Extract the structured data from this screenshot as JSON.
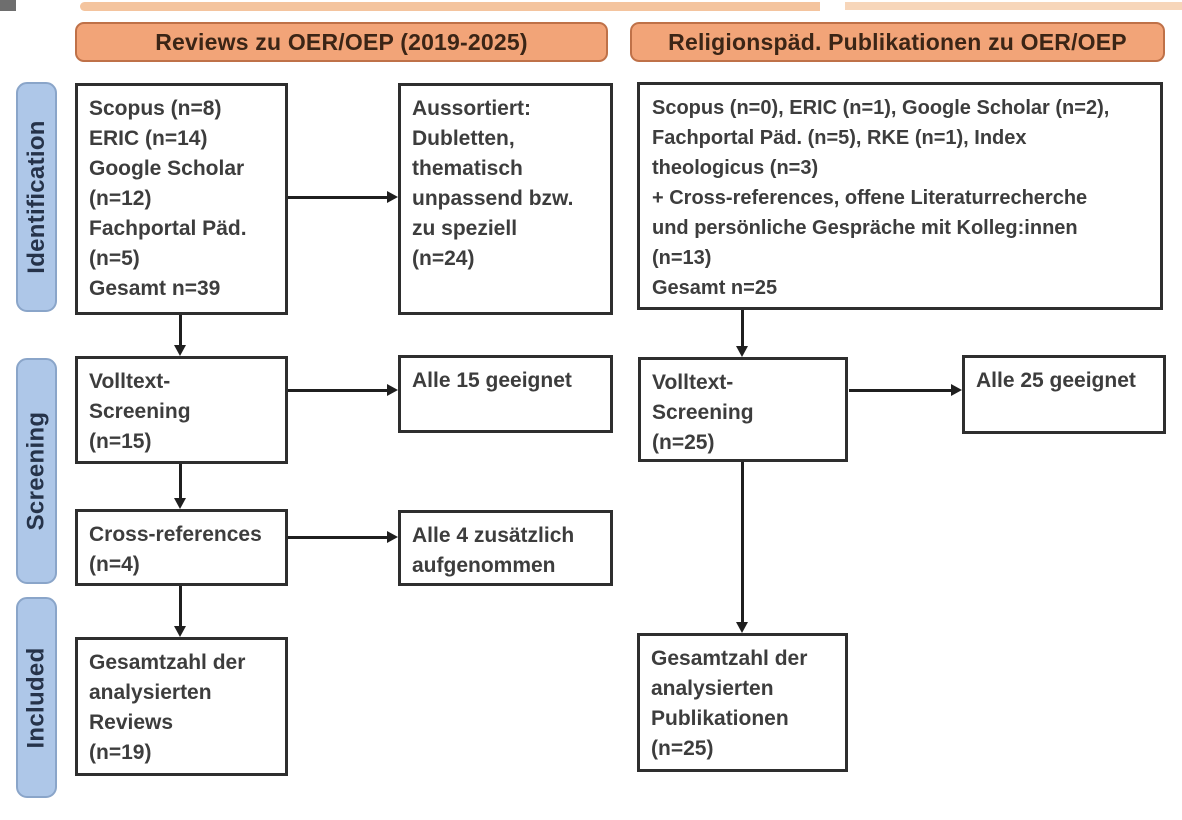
{
  "headers": {
    "left": "Reviews zu OER/OEP (2019-2025)",
    "right": "Religionspäd. Publikationen zu OER/OEP"
  },
  "stages": [
    "Identification",
    "Screening",
    "Included"
  ],
  "left_column": {
    "sources": "Scopus (n=8)\nERIC (n=14)\nGoogle Scholar\n(n=12)\nFachportal Päd.\n(n=5)\nGesamt n=39",
    "excluded": "Aussortiert:\nDubletten,\nthematisch\nunpassend bzw.\nzu speziell\n(n=24)",
    "fulltext": "Volltext-\nScreening\n(n=15)",
    "eligible": "Alle 15 geeignet",
    "crossref": "Cross-references\n(n=4)",
    "added": "Alle 4 zusätzlich\naufgenommen",
    "total": "Gesamtzahl der\nanalysierten\nReviews\n(n=19)"
  },
  "right_column": {
    "sources": "Scopus (n=0), ERIC (n=1), Google Scholar (n=2),\nFachportal Päd. (n=5), RKE (n=1), Index\ntheologicus (n=3)\n+ Cross-references, offene Literaturrecherche\nund persönliche Gespräche mit Kolleg:innen\n(n=13)\nGesamt n=25",
    "fulltext": "Volltext-\nScreening\n(n=25)",
    "eligible": "Alle 25 geeignet",
    "total": "Gesamtzahl der\nanalysierten\nPublikationen\n(n=25)"
  },
  "colors": {
    "header_fill": "#f2a478",
    "header_border": "#bf7148",
    "header_text": "#3b2516",
    "stage_fill": "#aec7e8",
    "stage_border": "#8aa5c9",
    "stage_text": "#26334a",
    "box_border": "#2e2e2e",
    "box_text": "#3d3d3d",
    "arrow": "#1f1f1f"
  }
}
